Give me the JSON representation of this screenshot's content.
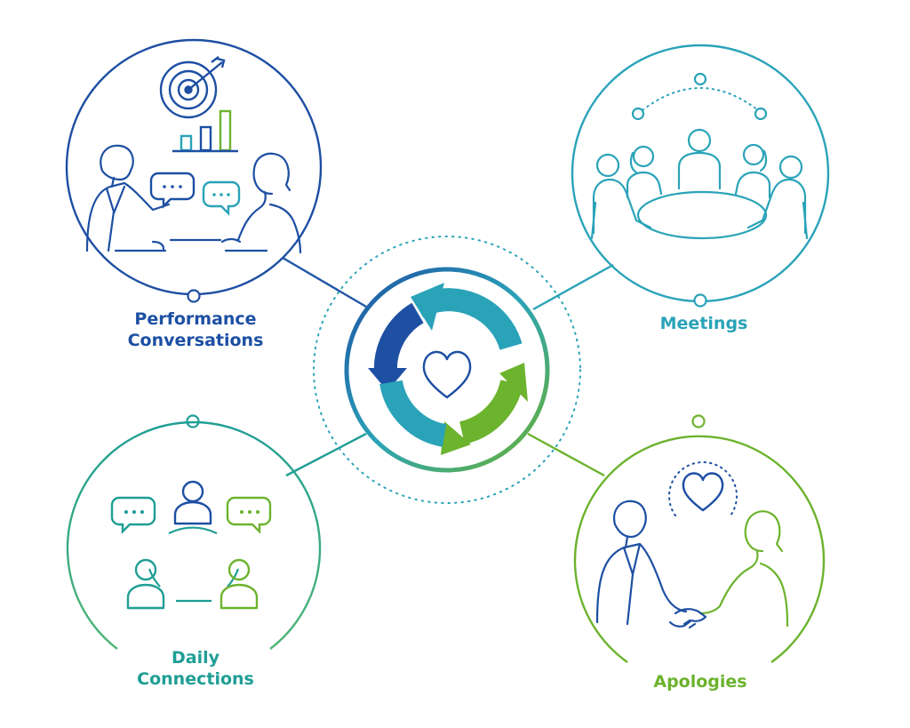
{
  "nodes": {
    "performance": {
      "line1": "Performance",
      "line2": "Conversations"
    },
    "meetings": {
      "line1": "Meetings"
    },
    "daily": {
      "line1": "Daily",
      "line2": "Connections"
    },
    "apologies": {
      "line1": "Apologies"
    }
  },
  "colors": {
    "navy": "#1d4fa3",
    "blue": "#2266b8",
    "teal": "#2aa3b8",
    "teal_green": "#1f9e95",
    "green": "#6cb32e"
  },
  "icons": {
    "center": [
      "cycle-arrows-icon",
      "heart-icon"
    ],
    "performance": [
      "target-icon",
      "bar-chart-icon",
      "speech-bubble-icon",
      "people-icon"
    ],
    "meetings": [
      "round-table-icon",
      "people-icon"
    ],
    "daily": [
      "speech-bubble-icon",
      "person-icon"
    ],
    "apologies": [
      "heart-icon",
      "handshake-icon"
    ]
  }
}
